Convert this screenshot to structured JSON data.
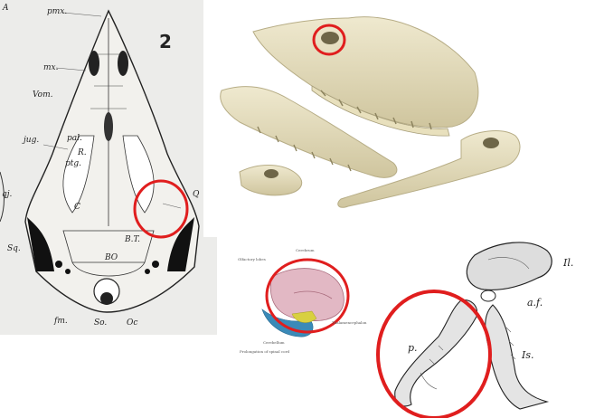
{
  "skull_diagram": {
    "figure_number": "2",
    "corner_letter": "A",
    "labels": {
      "pmx": "pmx.",
      "mx": "mx.",
      "vom": "Vom.",
      "jug": "jug.",
      "pal": "pal.",
      "r": "R.",
      "ptg": "ptg.",
      "qj": "qj.",
      "q": "Q",
      "sq": "Sq.",
      "c": "C",
      "bt": "B.T.",
      "bo": "BO",
      "fm": "fm.",
      "so": "So.",
      "oc": "Oc"
    }
  },
  "pelvis_diagram": {
    "labels": {
      "il": "Il.",
      "af": "a.f.",
      "p": "p.",
      "is": "Is."
    }
  },
  "brain_diagram": {
    "labels": [
      "Olfactory lobes",
      "Cerebrum",
      "Thalamencephalon",
      "Cerebellum",
      "Prolongation of spinal cord"
    ]
  },
  "colors": {
    "highlight": "#e01e1e",
    "bone": "#e6e0c4",
    "ink": "#222222"
  }
}
